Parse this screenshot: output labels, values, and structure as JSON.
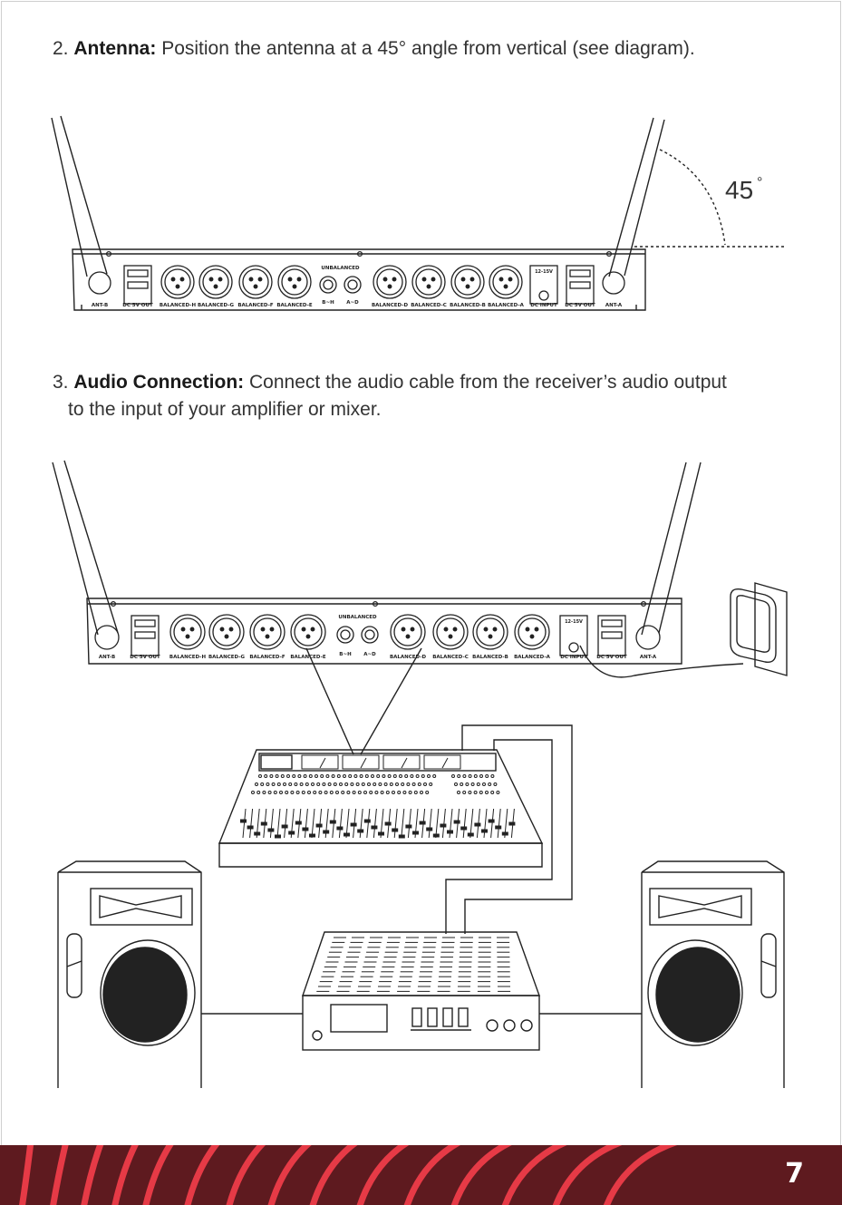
{
  "step2": {
    "number": "2.",
    "heading": "Antenna:",
    "text": " Position the antenna at a 45° angle from vertical (see diagram)."
  },
  "angle_label": "45",
  "angle_degree": "°",
  "step3": {
    "number": "3.",
    "heading": "Audio Connection:",
    "text_line1": " Connect the audio cable from the receiver’s audio output",
    "text_line2": "to the input of your amplifier or mixer."
  },
  "receiver_labels": {
    "ant_b": "ANT-B",
    "ant_a": "ANT-A",
    "dc_out": "DC 5V OUT",
    "dc_input": "DC INPUT",
    "dc_rating": "12-15V",
    "unbalanced": "UNBALANCED",
    "jack_b": "B~H",
    "jack_a": "A~D",
    "balanced_left": [
      "BALANCED-H",
      "BALANCED-G",
      "BALANCED-F",
      "BALANCED-E"
    ],
    "balanced_right": [
      "BALANCED-D",
      "BALANCED-C",
      "BALANCED-B",
      "BALANCED-A"
    ]
  },
  "page_number": "7",
  "colors": {
    "footer_bg": "#5e1a1f",
    "footer_stripe": "#e63a46",
    "line": "#222222"
  }
}
